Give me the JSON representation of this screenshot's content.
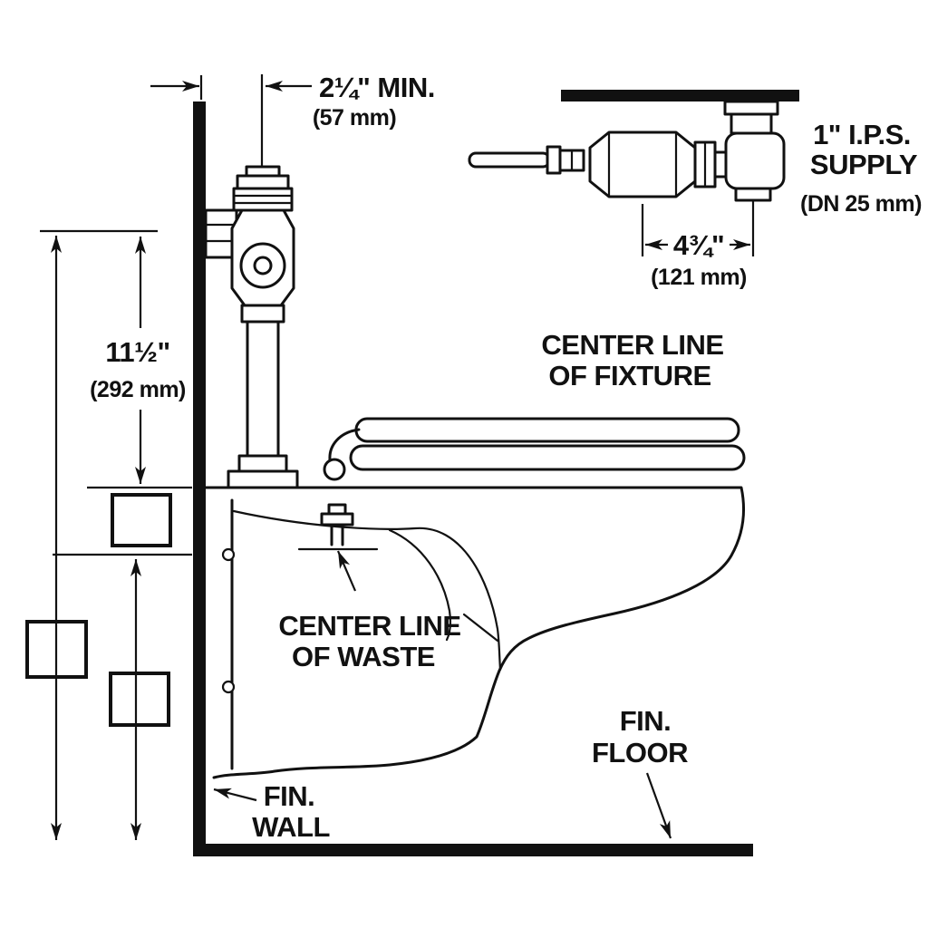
{
  "figure": {
    "colors": {
      "ink": "#111111",
      "paper": "#ffffff"
    },
    "dims": {
      "wall_offset": {
        "value": "2¼\" MIN.",
        "metric": "(57 mm)"
      },
      "height": {
        "value": "11½\"",
        "metric": "(292 mm)"
      },
      "fixture_offset": {
        "value": "4¾\"",
        "metric": "(121 mm)"
      },
      "supply": {
        "line1": "1\" I.P.S.",
        "line2": "SUPPLY",
        "metric": "(DN 25 mm)"
      }
    },
    "labels": {
      "centerline_fixture": {
        "line1": "CENTER LINE",
        "line2": "OF FIXTURE"
      },
      "centerline_waste": {
        "line1": "CENTER LINE",
        "line2": "OF WASTE"
      },
      "fin_floor": {
        "line1": "FIN.",
        "line2": "FLOOR"
      },
      "fin_wall": {
        "line1": "FIN.",
        "line2": "WALL"
      }
    }
  }
}
